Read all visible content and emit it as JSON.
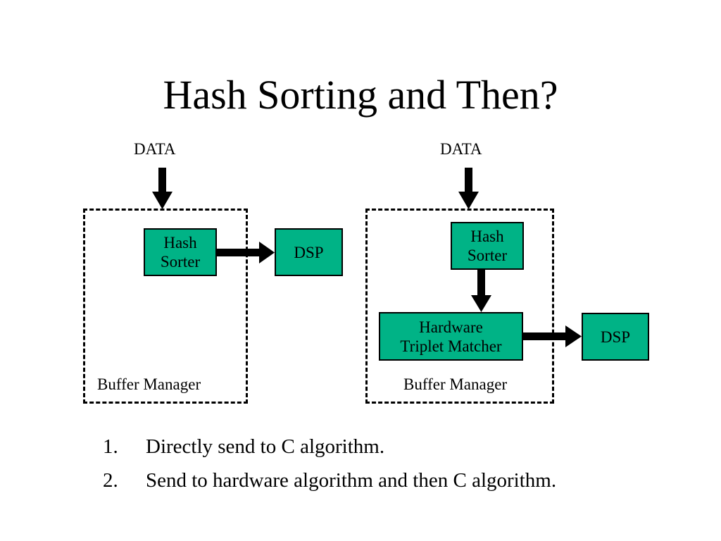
{
  "slide": {
    "title": "Hash Sorting and Then?"
  },
  "left_diagram": {
    "input_label": "DATA",
    "hash_sorter": [
      "Hash",
      "Sorter"
    ],
    "dsp_label": "DSP",
    "container_label": "Buffer Manager"
  },
  "right_diagram": {
    "input_label": "DATA",
    "hash_sorter": [
      "Hash",
      "Sorter"
    ],
    "matcher": [
      "Hardware",
      "Triplet Matcher"
    ],
    "dsp_label": "DSP",
    "container_label": "Buffer Manager"
  },
  "options": [
    {
      "number": "1.",
      "text": "Directly send to C algorithm."
    },
    {
      "number": "2.",
      "text": "Send to hardware algorithm and then C algorithm."
    }
  ],
  "colors": {
    "box_fill": "#00b386",
    "line": "#000000"
  }
}
